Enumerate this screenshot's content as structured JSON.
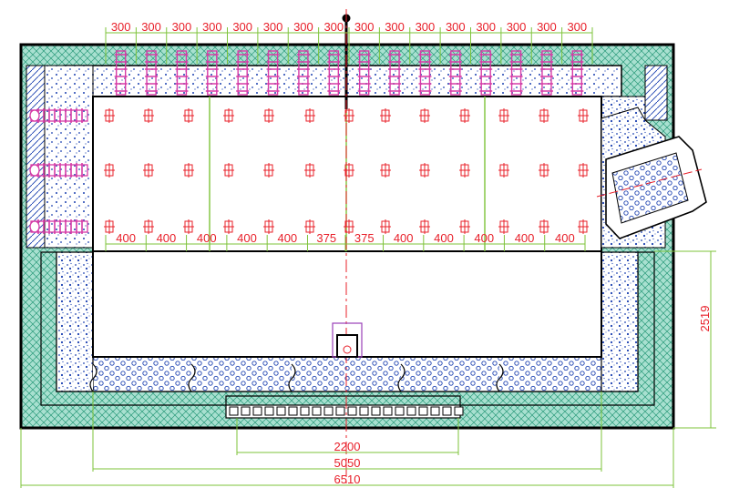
{
  "colors": {
    "outline": "#000000",
    "insulation_fill": "#a8e0d0",
    "insulation_hatch": "#2a9a7a",
    "dot_pattern": "#1a3fb0",
    "heater_magenta": "#d63aa6",
    "dimension_red": "#e8202a",
    "dimension_green": "#7ec33a",
    "centerline": "#e8202a",
    "frame_violet": "#9a3fb8"
  },
  "top_dimensions": [
    "300",
    "300",
    "300",
    "300",
    "300",
    "300",
    "300",
    "300",
    "300",
    "300",
    "300",
    "300",
    "300",
    "300",
    "300",
    "300"
  ],
  "inner_dimensions": [
    "400",
    "400",
    "400",
    "400",
    "400",
    "375",
    "375",
    "400",
    "400",
    "400",
    "400",
    "400"
  ],
  "right_dimension": "2519",
  "bottom_dimensions": {
    "opening": "2200",
    "inner": "5050",
    "overall": "6510"
  }
}
